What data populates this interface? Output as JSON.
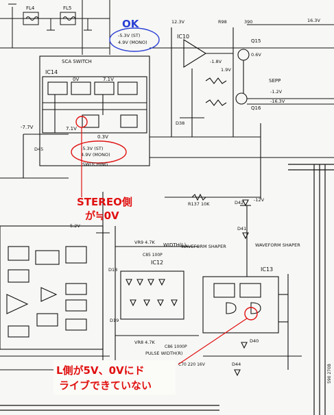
{
  "callouts": {
    "ok_label": "OK",
    "ok_st": "-5.3V (ST)",
    "ok_mono": "4.9V (MONO)",
    "sw_st": "-5.3V (ST)",
    "sw_mono": "4.9V (MONO)",
    "stereo_line1": "STEREO側",
    "stereo_line2": "が≒0V",
    "lside_line1": "L側が5V、0Vにド",
    "lside_line2": "ライブできていない"
  },
  "blocks": {
    "sca_switch": "SCA SWITCH",
    "ic14": "IC14",
    "ic10": "IC10",
    "ic12": "IC12",
    "ic13": "IC13",
    "switching": "SWITCHING",
    "waveform_shaper_1": "WAVEFORM SHAPER",
    "waveform_shaper_2": "WAVEFORM SHAPER",
    "width_l": "WIDTH(L)",
    "pulse_width_r": "PULSE WIDTH(R)",
    "sepp": "SEPP",
    "fl4": "FL4",
    "fl5": "FL5",
    "q15": "Q15",
    "q16": "Q16"
  },
  "labels": {
    "v_12_3": "12.3V",
    "v_16_3": "16.3V",
    "v_neg16_3": "-16.3V",
    "v_neg1_2": "-1.2V",
    "v_neg12v": "-12V",
    "v_neg7_7": "-7.7V",
    "v_7_1a": "7.1V",
    "v_7_1b": "7.1V",
    "v_0v": "0V",
    "v_0_6": "0.6V",
    "v_1_9": "1.9V",
    "v_1_8": "-1.8V",
    "v_5_2": "5.2V",
    "v_0_3": "0.3V",
    "r137": "R137 10K",
    "d42": "D42",
    "d41": "D41",
    "d44": "D44",
    "d40": "D40",
    "d38": "D38",
    "d45": "D45",
    "d19": "D19",
    "d18": "D18",
    "vr9": "VR9 4.7K",
    "vr8": "VR8 4.7K",
    "c85": "C85 100P",
    "c86": "C86 1000P",
    "c70": "C70 220 16V",
    "r98": "R98",
    "v390": "390",
    "side_num": "590 270B"
  },
  "colors": {
    "callout_red": "#e01010",
    "callout_blue": "#2a3fd4",
    "ink": "#111111"
  }
}
